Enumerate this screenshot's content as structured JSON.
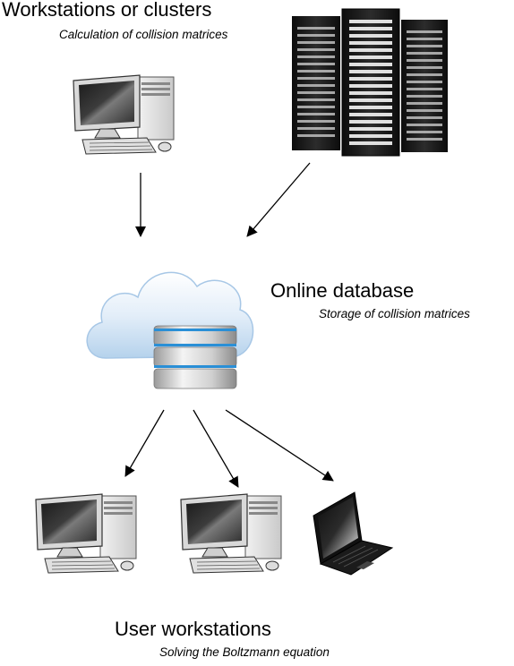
{
  "sections": {
    "compute": {
      "title": "Workstations or clusters",
      "subtitle": "Calculation of collision matrices"
    },
    "database": {
      "title": "Online database",
      "subtitle": "Storage of collision matrices"
    },
    "users": {
      "title": "User workstations",
      "subtitle": "Solving the Boltzmann equation"
    }
  },
  "icons": [
    "desktop-computer-icon",
    "server-rack-icon",
    "cloud-database-icon",
    "laptop-icon"
  ],
  "colors": {
    "arrow": "#000000",
    "cloud": "#cfe2f3",
    "database_stripe": "#2a8fd6",
    "server": "#151515",
    "monitor": "#2a2a2a"
  }
}
